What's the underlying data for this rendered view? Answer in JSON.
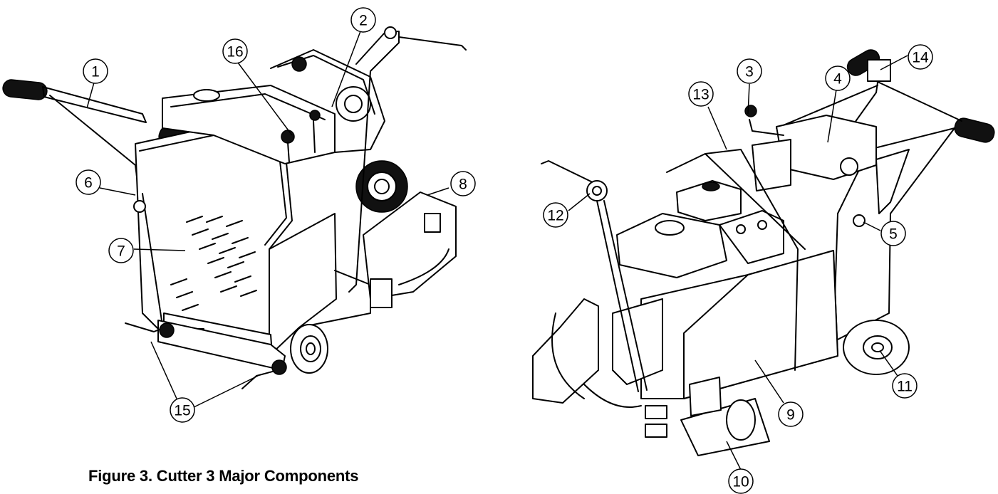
{
  "figure": {
    "caption": "Figure 3.  Cutter 3 Major Components"
  },
  "callouts": {
    "c1": "1",
    "c2": "2",
    "c3": "3",
    "c4": "4",
    "c5": "5",
    "c6": "6",
    "c7": "7",
    "c8": "8",
    "c9": "9",
    "c10": "10",
    "c11": "11",
    "c12": "12",
    "c13": "13",
    "c14": "14",
    "c15": "15",
    "c16": "16"
  }
}
